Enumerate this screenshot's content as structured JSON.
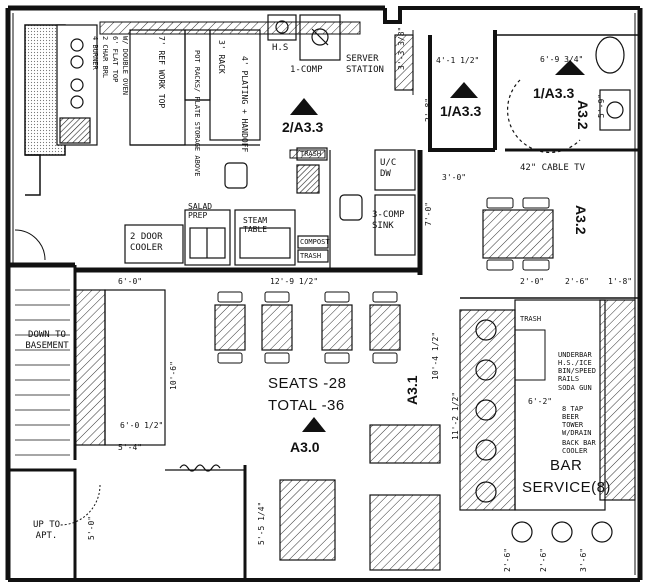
{
  "plan": {
    "kitchen": {
      "line_items": [
        "7' REF WORK TOP",
        "3' RACK",
        "4' PLATING + HANDOFF"
      ],
      "shelf_note": "POT RACKS/ PLATE STORAGE ABOVE",
      "equipment_notes": [
        "6' FLAT TOP",
        "2 CHAR BRL",
        "4 BURNER",
        "W/ DOUBLE OVEN"
      ],
      "sink_label": "H.S",
      "comp_label": "1-COMP",
      "salad_prep": "SALAD PREP",
      "steam_table": "STEAM TABLE",
      "cooler": "2 DOOR COOLER",
      "trash": "TRASH",
      "compost": "COMPOST",
      "dw": "U/C DW",
      "sink3": "3-COMP SINK"
    },
    "server_station": "SERVER STATION",
    "dims": {
      "d1": "3'-3 3/8\"",
      "d2": "4'-1 1/2\"",
      "d3": "6'-9 3/4\"",
      "d4": "2'-8\"",
      "d5": "3'-0\"",
      "d6": "7'-0\"",
      "d7": "12'-9 1/2\"",
      "d8": "6'-0\"",
      "d9": "2'-0\"",
      "d10": "2'-6\"",
      "d11": "1'-8\"",
      "d12": "10'-6\"",
      "d13": "6'-0 1/2\"",
      "d14": "5'-4\"",
      "d15": "10'-4 1/2\"",
      "d16": "11'-2 1/2\"",
      "d17": "6'-2\"",
      "d18": "5'-0\"",
      "d19": "5'-5 1/4\"",
      "d20": "2'-6\"",
      "d21": "2'-6\"",
      "d22": "3'-6\"",
      "d23": "5'-9\""
    },
    "refs": {
      "a33a": "2/A3.3",
      "a33b": "1/A3.3",
      "a33c": "1/A3.3",
      "a32a": "A3.2",
      "a32b": "A3.2",
      "a31": "A3.1",
      "a30": "A3.0"
    },
    "tv": "42\" CABLE TV",
    "stairs": {
      "down": "DOWN TO BASEMENT",
      "up": "UP TO APT."
    },
    "seats": "SEATS -28",
    "total": "TOTAL -36",
    "bar": {
      "label": "BAR",
      "service": "SERVICE(8)",
      "trash": "TRASH",
      "underbar": [
        "UNDERBAR",
        "H.S./ICE",
        "BIN/SPEED",
        "RAILS"
      ],
      "soda": "SODA GUN",
      "tap": [
        "8 TAP",
        "BEER",
        "TOWER",
        "W/DRAIN"
      ],
      "backbar": [
        "BACK BAR",
        "COOLER"
      ]
    }
  }
}
